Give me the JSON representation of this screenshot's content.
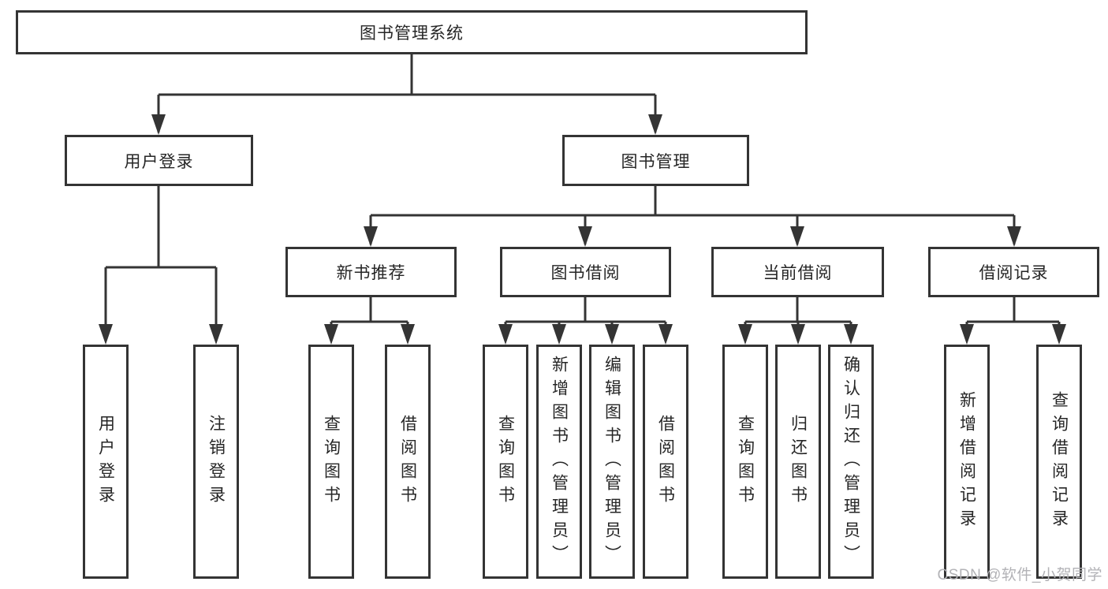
{
  "tree": {
    "root": {
      "label": "图书管理系统"
    },
    "branches": [
      {
        "label": "用户登录",
        "leaves": [
          "用户登录",
          "注销登录"
        ]
      },
      {
        "label": "图书管理",
        "sections": [
          {
            "label": "新书推荐",
            "leaves": [
              "查询图书",
              "借阅图书"
            ]
          },
          {
            "label": "图书借阅",
            "leaves": [
              "查询图书",
              "新增图书（管理员）",
              "编辑图书（管理员）",
              "借阅图书"
            ]
          },
          {
            "label": "当前借阅",
            "leaves": [
              "查询图书",
              "归还图书",
              "确认归还（管理员）"
            ]
          },
          {
            "label": "借阅记录",
            "leaves": [
              "新增借阅记录",
              "查询借阅记录"
            ]
          }
        ]
      }
    ]
  },
  "watermark": {
    "text": "CSDN @软件_小贺同学"
  },
  "colors": {
    "line": "#343434",
    "text": "#262626",
    "watermark": "#b2b2b6",
    "background": "#ffffff"
  }
}
